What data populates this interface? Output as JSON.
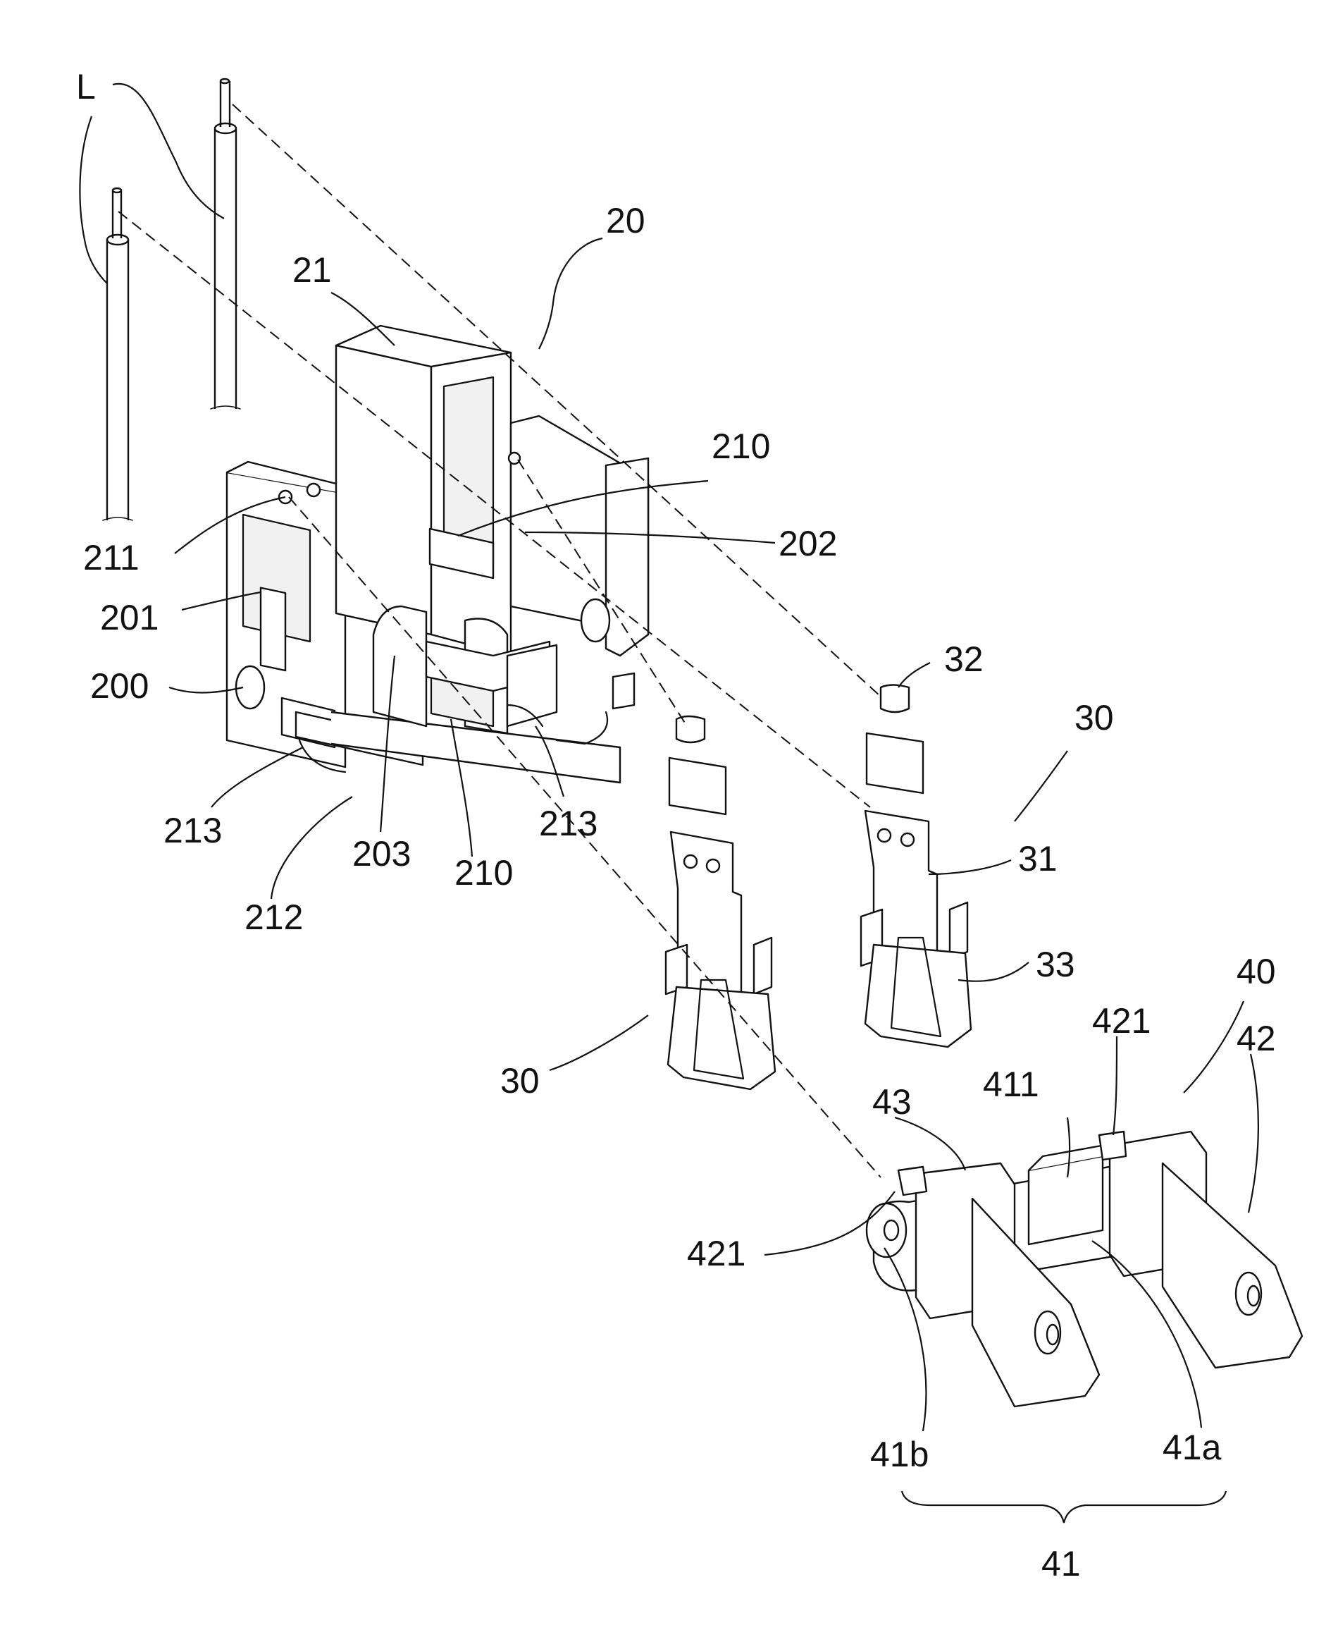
{
  "labels": {
    "L": "L",
    "n20": "20",
    "n21": "21",
    "n210_top": "210",
    "n202": "202",
    "n211": "211",
    "n201": "201",
    "n200": "200",
    "n213_left": "213",
    "n203": "203",
    "n210_bottom": "210",
    "n213_mid": "213",
    "n212": "212",
    "n32": "32",
    "n30_right": "30",
    "n31": "31",
    "n33": "33",
    "n30_left": "30",
    "n40": "40",
    "n421_top": "421",
    "n42": "42",
    "n43": "43",
    "n411": "411",
    "n421_left": "421",
    "n41b": "41b",
    "n41a": "41a",
    "n41": "41"
  },
  "colors": {
    "line": "#111111",
    "background": "#ffffff",
    "shade": "#f1f1f1"
  }
}
